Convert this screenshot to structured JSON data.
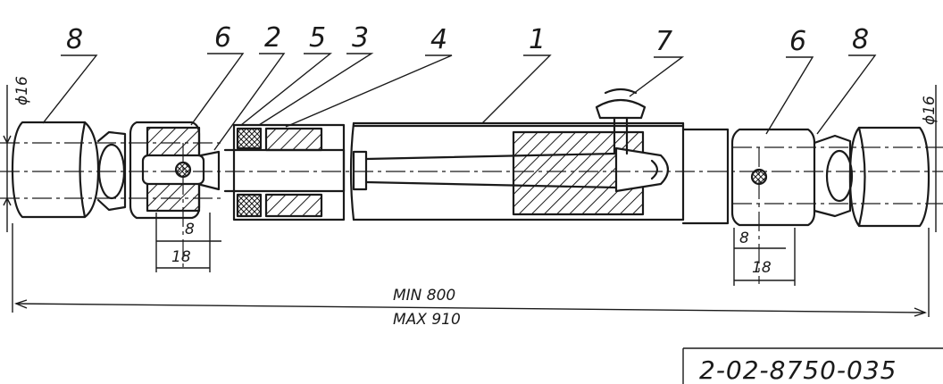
{
  "drawing": {
    "callouts": {
      "left_end_fitting": "8",
      "left_pin": "6",
      "piston_rod": "2",
      "part_5": "5",
      "part_3": "3",
      "part_4": "4",
      "cylinder_tube": "1",
      "fitting_7": "7",
      "right_pin": "6",
      "right_end_fitting": "8"
    },
    "dimensions": {
      "left_diameter": "ϕ16",
      "right_diameter": "ϕ16",
      "left_pin_offset": "8",
      "left_fork_width": "18",
      "right_pin_offset": "8",
      "right_fork_width": "18",
      "length_min": "MIN 800",
      "length_max": "MAX 910"
    },
    "drawing_number": "2-02-8750-035"
  },
  "colors": {
    "ink": "#1a1a1a",
    "paper": "#ffffff"
  }
}
